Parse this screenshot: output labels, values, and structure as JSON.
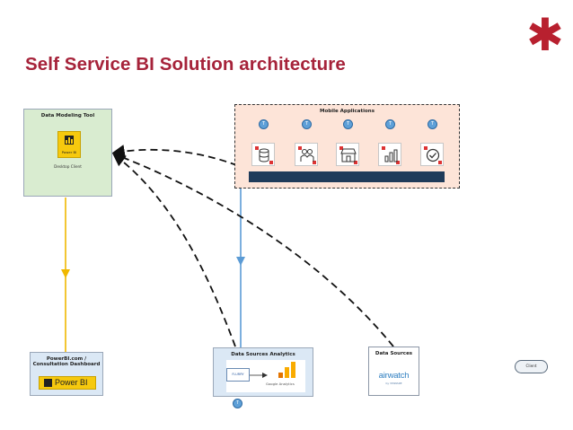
{
  "title": "Self Service BI Solution architecture",
  "brand_color": "#a6233a",
  "logo": "asterisk-logo",
  "boxes": {
    "modeling": {
      "title": "Data Modeling Tool",
      "tile_label": "Power BI",
      "desktop_label": "Desktop Client"
    },
    "mobile": {
      "title": "Mobile Applications",
      "markers": [
        "T",
        "T",
        "T",
        "T",
        "T"
      ]
    },
    "powerbi_com": {
      "title": "PowerBI.com / Consultation Dashboard",
      "badge": "Power BI"
    },
    "analytics": {
      "title": "Data Sources Analytics",
      "left_logo": "FLURRY",
      "ga_label": "Google Analytics",
      "marker": "T"
    },
    "sources": {
      "title": "Data Sources",
      "logo": "airwatch",
      "logo_sub": "by VMWARE"
    }
  },
  "client_label": "Client"
}
